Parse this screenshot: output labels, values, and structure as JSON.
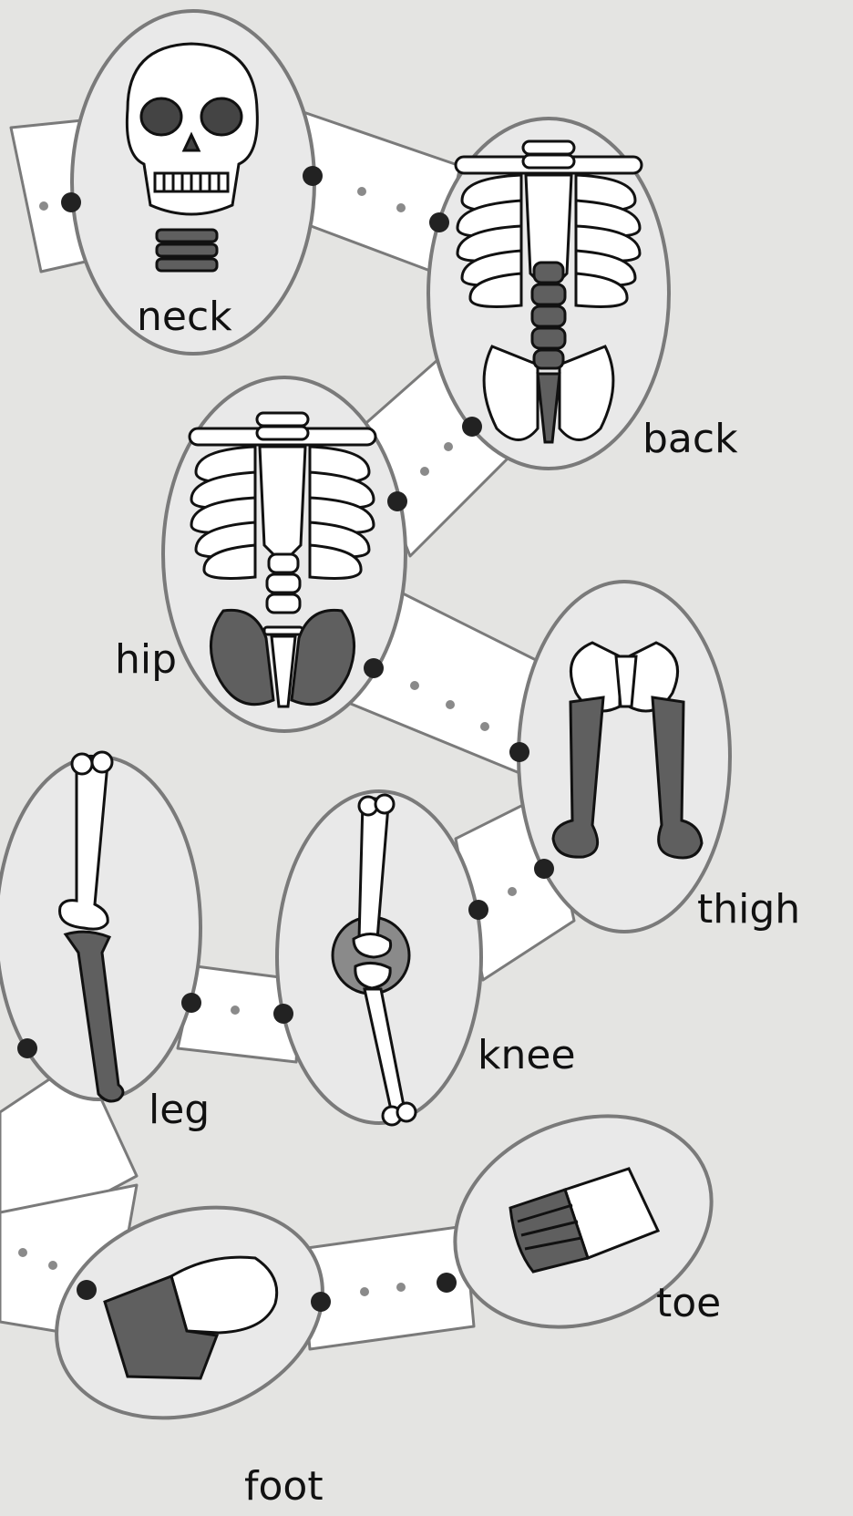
{
  "labels": {
    "neck": "neck",
    "back": "back",
    "hip": "hip",
    "thigh": "thigh",
    "leg": "leg",
    "knee": "knee",
    "toe": "toe",
    "foot": "foot"
  },
  "highlighted_part": {
    "neck": "cervical vertebrae",
    "back": "spine",
    "hip": "pelvis",
    "thigh": "femurs",
    "leg": "lower leg bone",
    "knee": "knee joint",
    "toe": "toe bones",
    "foot": "foot bone"
  },
  "colors": {
    "background": "#e4e4e2",
    "card_fill": "#e9e9e9",
    "card_stroke": "#7a7a7a",
    "path": "#ffffff",
    "bone": "#ffffff",
    "highlight": "#5f5f5f",
    "ink": "#111111",
    "dot": "#222222",
    "dash_dot": "#8a8a8a"
  }
}
